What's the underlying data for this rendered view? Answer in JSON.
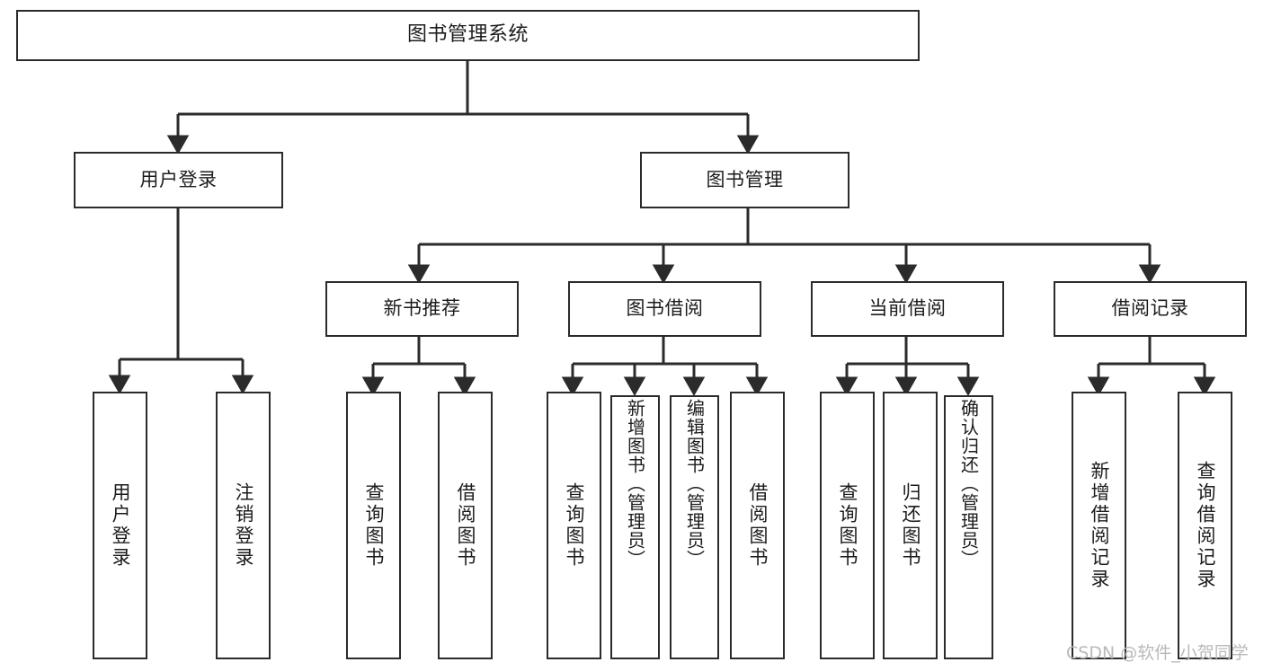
{
  "diagram": {
    "type": "tree-hierarchy-chart",
    "title_text": "图书管理系统",
    "watermark": "CSDN @软件_小贺同学",
    "colors": {
      "box_border": "#2b2b2b",
      "box_fill": "#ffffff",
      "connector": "#2b2b2b",
      "text": "#1c1c1c",
      "watermark": "#b9b9b9"
    },
    "nodes": {
      "root": {
        "label": "图书管理系统"
      },
      "level2": [
        {
          "id": "user-login",
          "label": "用户登录"
        },
        {
          "id": "book-manage",
          "label": "图书管理"
        }
      ],
      "level3": [
        {
          "id": "new-book-recommend",
          "label": "新书推荐"
        },
        {
          "id": "book-borrow",
          "label": "图书借阅"
        },
        {
          "id": "current-borrow",
          "label": "当前借阅"
        },
        {
          "id": "borrow-record",
          "label": "借阅记录"
        }
      ],
      "leaves": {
        "user_login": [
          {
            "id": "leaf-user-login",
            "label": "用户登录"
          },
          {
            "id": "leaf-logout",
            "label": "注销登录"
          }
        ],
        "new_book_recommend": [
          {
            "id": "leaf-query-book-1",
            "label": "查询图书"
          },
          {
            "id": "leaf-borrow-book-1",
            "label": "借阅图书"
          }
        ],
        "book_borrow": [
          {
            "id": "leaf-query-book-2",
            "label": "查询图书"
          },
          {
            "id": "leaf-add-book-admin",
            "label": "新增图书（管理员）"
          },
          {
            "id": "leaf-edit-book-admin",
            "label": "编辑图书（管理员）"
          },
          {
            "id": "leaf-borrow-book-2",
            "label": "借阅图书"
          }
        ],
        "current_borrow": [
          {
            "id": "leaf-query-book-3",
            "label": "查询图书"
          },
          {
            "id": "leaf-return-book",
            "label": "归还图书"
          },
          {
            "id": "leaf-confirm-return-admin",
            "label": "确认归还（管理员）"
          }
        ],
        "borrow_record": [
          {
            "id": "leaf-add-borrow-record",
            "label": "新增借阅记录"
          },
          {
            "id": "leaf-query-borrow-record",
            "label": "查询借阅记录"
          }
        ]
      }
    }
  }
}
